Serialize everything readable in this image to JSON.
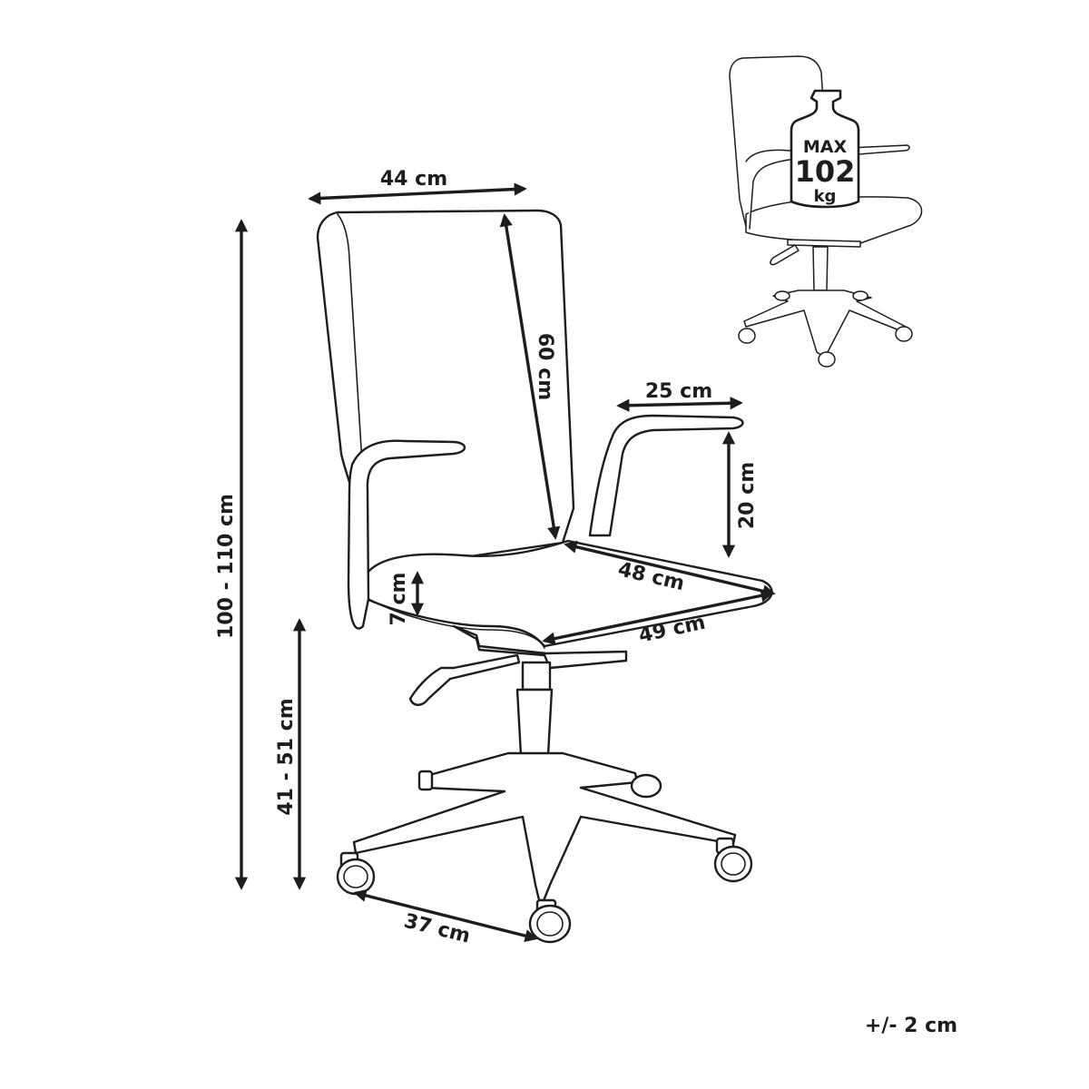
{
  "dimensions": {
    "backrest_width": "44 cm",
    "backrest_height": "60 cm",
    "armrest_length": "25 cm",
    "armrest_height": "20 cm",
    "seat_depth": "48 cm",
    "seat_width": "49 cm",
    "seat_thickness": "7 cm",
    "total_height": "100 - 110 cm",
    "seat_height": "41 - 51 cm",
    "base_width": "37 cm"
  },
  "load_badge": {
    "max_label": "MAX",
    "value": "102",
    "unit": "kg"
  },
  "tolerance": "+/- 2 cm",
  "colors": {
    "line": "#1d1d1b",
    "background": "#ffffff"
  }
}
